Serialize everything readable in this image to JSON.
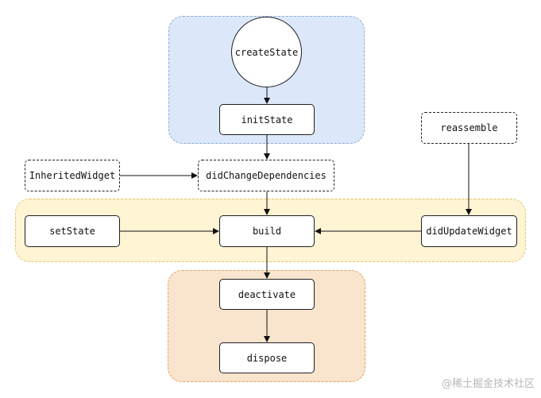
{
  "nodes": {
    "create_state": "createState",
    "init_state": "initState",
    "inherited_widget": "InheritedWidget",
    "did_change_dependencies": "didChangeDependencies",
    "reassemble": "reassemble",
    "set_state": "setState",
    "build": "build",
    "did_update_widget": "didUpdateWidget",
    "deactivate": "deactivate",
    "dispose": "dispose"
  },
  "regions": {
    "blue": {
      "fill": "#dce8fa",
      "border": "#8fa9d6"
    },
    "yellow": {
      "fill": "#fff4d4",
      "border": "#e3c46e"
    },
    "orange": {
      "fill": "#f9e4ce",
      "border": "#e2a364"
    }
  },
  "edges": [
    [
      "create_state",
      "init_state"
    ],
    [
      "init_state",
      "did_change_dependencies"
    ],
    [
      "inherited_widget",
      "did_change_dependencies"
    ],
    [
      "did_change_dependencies",
      "build"
    ],
    [
      "set_state",
      "build"
    ],
    [
      "reassemble",
      "did_update_widget"
    ],
    [
      "did_update_widget",
      "build"
    ],
    [
      "build",
      "deactivate"
    ],
    [
      "deactivate",
      "dispose"
    ]
  ],
  "watermark": "@稀土掘金技术社区"
}
